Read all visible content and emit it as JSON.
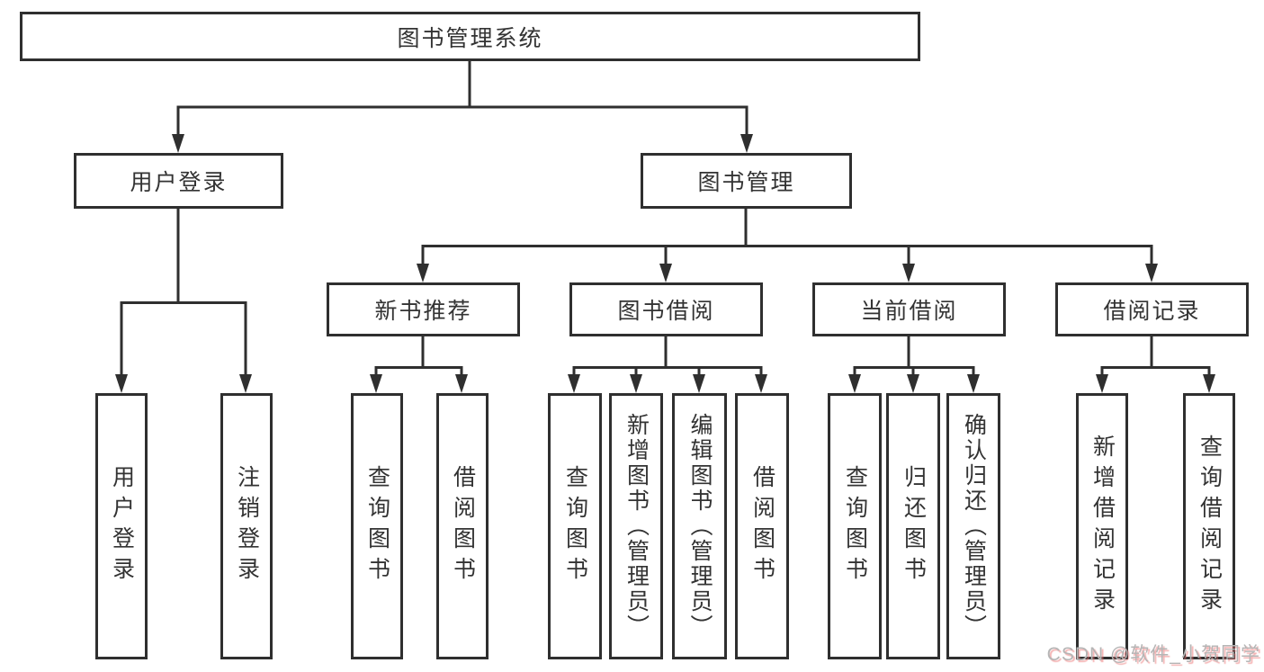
{
  "diagram": {
    "title": "图书管理系统",
    "type": "hierarchy-tree"
  },
  "tree": {
    "root": {
      "label": "图书管理系统"
    },
    "branches": [
      {
        "label": "用户登录",
        "leaves": [
          {
            "label": "用户登录"
          },
          {
            "label": "注销登录"
          }
        ]
      },
      {
        "label": "图书管理",
        "groups": [
          {
            "label": "新书推荐",
            "leaves": [
              {
                "label": "查询图书"
              },
              {
                "label": "借阅图书"
              }
            ]
          },
          {
            "label": "图书借阅",
            "leaves": [
              {
                "label": "查询图书"
              },
              {
                "label": "新增图书（管理员）"
              },
              {
                "label": "编辑图书（管理员）"
              },
              {
                "label": "借阅图书"
              }
            ]
          },
          {
            "label": "当前借阅",
            "leaves": [
              {
                "label": "查询图书"
              },
              {
                "label": "归还图书"
              },
              {
                "label": "确认归还（管理员）"
              }
            ]
          },
          {
            "label": "借阅记录",
            "leaves": [
              {
                "label": "新增借阅记录"
              },
              {
                "label": "查询借阅记录"
              }
            ]
          }
        ]
      }
    ]
  },
  "watermark": {
    "text": "CSDN @软件_小贺同学"
  },
  "colors": {
    "line": "#2f2f2f",
    "text": "#333333",
    "background": "#ffffff",
    "watermark": "#b5b5b5"
  }
}
